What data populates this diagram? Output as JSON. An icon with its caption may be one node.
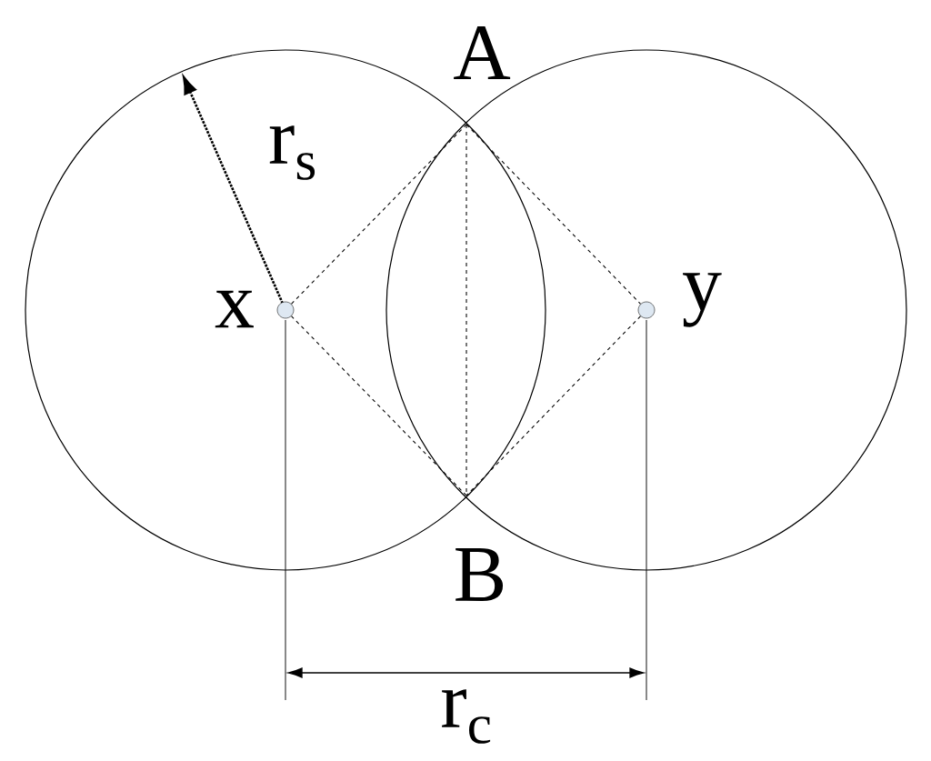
{
  "diagram": {
    "nodes": [
      {
        "text": [],
        "shape": "circle",
        "beside": [
          "x"
        ]
      },
      {
        "text": [],
        "shape": "circle",
        "beside": [
          "y"
        ]
      },
      {
        "text": [],
        "shape": "point",
        "beside": [
          "A"
        ]
      },
      {
        "text": [],
        "shape": "point",
        "beside": [
          "B"
        ]
      }
    ],
    "edges": [
      {
        "from": 0,
        "to": 2,
        "arrow": "none",
        "style": "dashed"
      },
      {
        "from": 2,
        "to": 1,
        "arrow": "none",
        "style": "dashed"
      },
      {
        "from": 1,
        "to": 3,
        "arrow": "none",
        "style": "dashed"
      },
      {
        "from": 3,
        "to": 0,
        "arrow": "none",
        "style": "dashed"
      },
      {
        "from": 2,
        "to": 3,
        "arrow": "none",
        "style": "dashed"
      }
    ],
    "labels": [
      "r$_{s}$",
      "r$_{c}$"
    ]
  }
}
